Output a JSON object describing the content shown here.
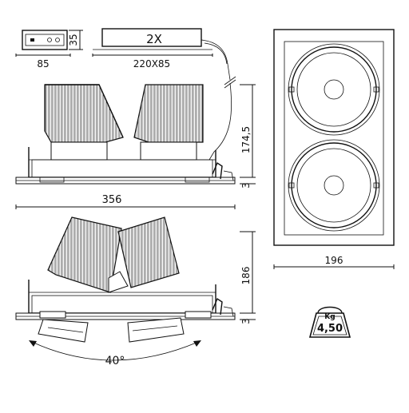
{
  "driver": {
    "qty_label": "2X",
    "connector_height": "35",
    "connector_width": "85",
    "driver_size": "220X85"
  },
  "side_view": {
    "height": "174,5",
    "flange": "3",
    "width": "356"
  },
  "top_view": {
    "width": "196"
  },
  "tilted_view": {
    "height": "186",
    "flange": "3",
    "tilt_angle": "40°"
  },
  "weight": {
    "unit": "Kg",
    "value": "4,50"
  }
}
